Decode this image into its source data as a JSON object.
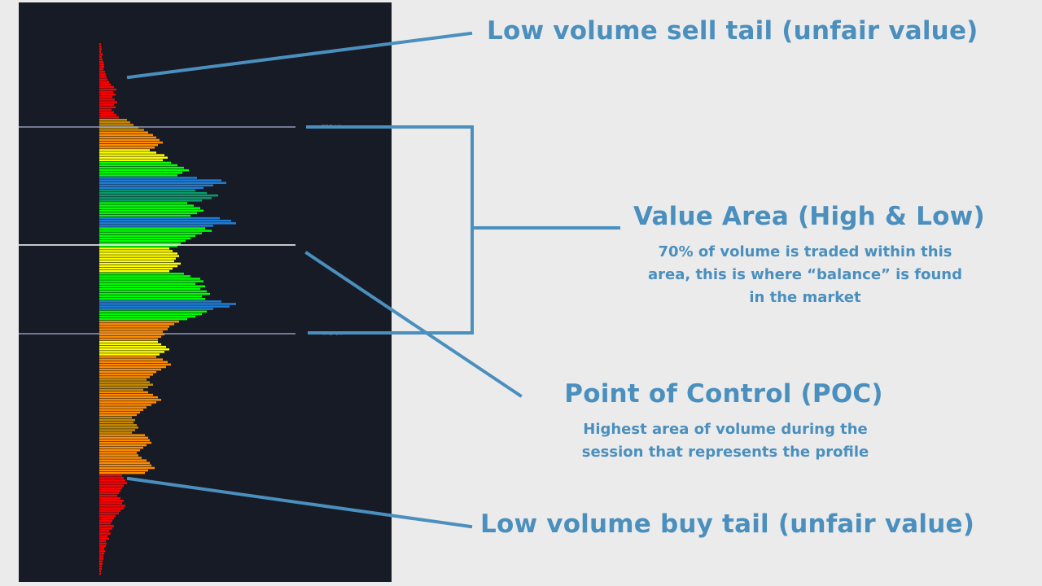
{
  "labels": {
    "sell_tail": "Low volume sell tail (unfair value)",
    "value_area_title": "Value Area (High & Low)",
    "value_area_desc": [
      "70% of volume is traded within this",
      "area, this is where “balance” is found",
      "in the market"
    ],
    "poc_title": "Point of Control (POC)",
    "poc_desc": [
      "Highest area of volume during the",
      "session that represents the profile"
    ],
    "buy_tail": "Low volume buy tail (unfair value)"
  },
  "chart_tags": {
    "vah": "TPO VA",
    "val": "TPO VA"
  },
  "colors": {
    "background": "#ebebeb",
    "panel": "#171b26",
    "annotation": "#4a8fbd",
    "va_line": "#aab3d6",
    "poc_line": "#ffffff",
    "tail_red": "#ff0000",
    "dark_orange": "#c78a00",
    "orange": "#ff8c00",
    "yellow": "#ffff00",
    "green": "#00ff00",
    "teal": "#0b9a6e",
    "blue": "#1e7fd8"
  },
  "chart_data": {
    "type": "volume-profile",
    "note_levels": [
      "value-area-high",
      "point-of-control",
      "value-area-low"
    ],
    "segments": [
      {
        "zone": "sell-tail",
        "color": "tail_red",
        "rows": [
          2,
          2,
          3,
          2,
          4,
          3,
          4,
          5,
          6,
          6,
          5,
          7,
          8,
          9,
          10,
          12,
          14,
          18,
          21,
          17,
          20,
          16,
          19,
          22,
          18,
          20,
          15,
          18,
          21,
          24
        ]
      },
      {
        "zone": "upper",
        "color": "dark_orange",
        "rows": [
          34,
          38,
          42,
          48,
          55
        ]
      },
      {
        "zone": "upper",
        "color": "orange",
        "rows": [
          60,
          66,
          70,
          74,
          78,
          72,
          68
        ]
      },
      {
        "zone": "upper",
        "color": "yellow",
        "rows": [
          62,
          70,
          80,
          84,
          78
        ]
      },
      {
        "zone": "upper",
        "color": "green",
        "rows": [
          88,
          96,
          104,
          110,
          102,
          96
        ]
      },
      {
        "zone": "upper",
        "color": "blue",
        "rows": [
          120,
          150,
          156,
          140,
          128
        ]
      },
      {
        "zone": "upper",
        "color": "teal",
        "rows": [
          118,
          132,
          146,
          138,
          126
        ]
      },
      {
        "zone": "upper",
        "color": "green",
        "rows": [
          108,
          116,
          124,
          128,
          120,
          112
        ]
      },
      {
        "zone": "upper",
        "color": "blue",
        "rows": [
          148,
          162,
          168,
          140
        ]
      },
      {
        "zone": "upper",
        "color": "green",
        "rows": [
          130,
          138,
          126,
          118,
          112,
          106,
          100,
          96
        ]
      },
      {
        "zone": "middle",
        "color": "yellow",
        "rows": [
          86,
          90,
          96,
          98,
          94,
          92,
          100,
          96,
          90,
          86
        ]
      },
      {
        "zone": "middle",
        "color": "green",
        "rows": [
          104,
          112,
          124,
          128,
          118,
          130,
          124,
          132,
          136,
          126,
          130
        ]
      },
      {
        "zone": "poc",
        "color": "blue",
        "rows": [
          150,
          168,
          160,
          140
        ]
      },
      {
        "zone": "lower",
        "color": "green",
        "rows": [
          132,
          126,
          118,
          108
        ]
      },
      {
        "zone": "lower",
        "color": "orange",
        "rows": [
          98,
          92,
          86,
          84,
          78,
          80,
          76,
          72
        ]
      },
      {
        "zone": "lower",
        "color": "yellow",
        "rows": [
          72,
          76,
          82,
          86,
          80,
          74
        ]
      },
      {
        "zone": "lower",
        "color": "orange",
        "rows": [
          70,
          78,
          84,
          88,
          82,
          76,
          70,
          66,
          62
        ]
      },
      {
        "zone": "lower",
        "color": "dark_orange",
        "rows": [
          58,
          62,
          66,
          60,
          54
        ]
      },
      {
        "zone": "lower",
        "color": "orange",
        "rows": [
          60,
          66,
          72,
          76,
          70,
          64,
          58,
          54,
          50,
          46
        ]
      },
      {
        "zone": "lower",
        "color": "dark_orange",
        "rows": [
          40,
          44,
          42,
          46,
          48,
          44,
          40
        ]
      },
      {
        "zone": "lower",
        "color": "orange",
        "rows": [
          56,
          60,
          62,
          64,
          58,
          54,
          50,
          46,
          48,
          52,
          58,
          62,
          64,
          68,
          60,
          56
        ]
      },
      {
        "zone": "buy-tail",
        "color": "tail_red",
        "rows": [
          28,
          30,
          32,
          34,
          30,
          28,
          26,
          24,
          22,
          26,
          30,
          28,
          32,
          30,
          26,
          24,
          20,
          18,
          16,
          14,
          18,
          16,
          12,
          14,
          10,
          12,
          8,
          9,
          8,
          6,
          7,
          6,
          5,
          5,
          4,
          4,
          3,
          3,
          2,
          2
        ]
      }
    ]
  }
}
